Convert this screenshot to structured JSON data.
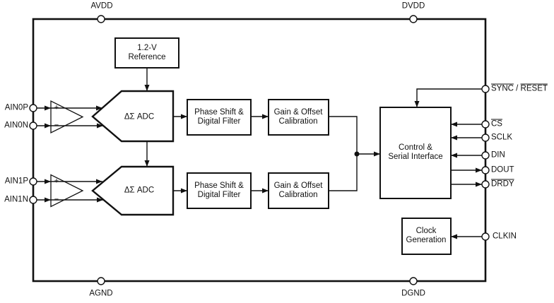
{
  "colors": {
    "ink": "#111111",
    "background": "#ffffff"
  },
  "power_pins": {
    "avdd": "AVDD",
    "dvdd": "DVDD",
    "agnd": "AGND",
    "dgnd": "DGND"
  },
  "analog_pins": {
    "ain0p": "AIN0P",
    "ain0n": "AIN0N",
    "ain1p": "AIN1P",
    "ain1n": "AIN1N"
  },
  "digital_pins": {
    "sync_part1": "SYNC",
    "sync_separator": " / ",
    "sync_part2": "RESET",
    "cs": "CS",
    "sclk": "SCLK",
    "din": "DIN",
    "dout": "DOUT",
    "drdy": "DRDY",
    "clkin": "CLKIN"
  },
  "blocks": {
    "reference": {
      "line1": "1.2-V",
      "line2": "Reference"
    },
    "adc_label": "ΔΣ ADC",
    "phase_filter": {
      "line1": "Phase Shift &",
      "line2": "Digital Filter"
    },
    "calibration": {
      "line1": "Gain & Offset",
      "line2": "Calibration"
    },
    "control": {
      "line1": "Control &",
      "line2": "Serial Interface"
    },
    "clock": {
      "line1": "Clock",
      "line2": "Generation"
    }
  },
  "amplifier": {
    "plus": "+",
    "minus": "−"
  }
}
